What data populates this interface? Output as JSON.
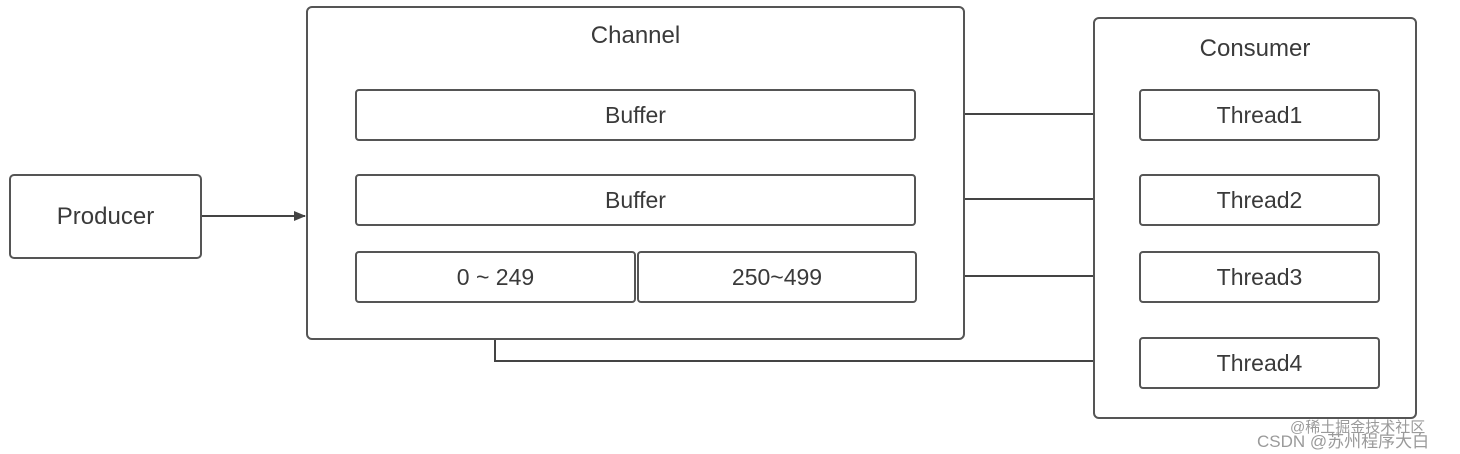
{
  "producer": {
    "label": "Producer"
  },
  "channel": {
    "title": "Channel",
    "buffers": [
      "Buffer",
      "Buffer"
    ],
    "segments": [
      "0 ~ 249",
      "250~499"
    ]
  },
  "consumer": {
    "title": "Consumer",
    "threads": [
      "Thread1",
      "Thread2",
      "Thread3",
      "Thread4"
    ]
  },
  "watermark": {
    "line1": "@稀土掘金技术社区",
    "line2": "CSDN @苏州程序大白"
  },
  "colors": {
    "stroke": "#555555",
    "text": "#3a3a3a"
  }
}
